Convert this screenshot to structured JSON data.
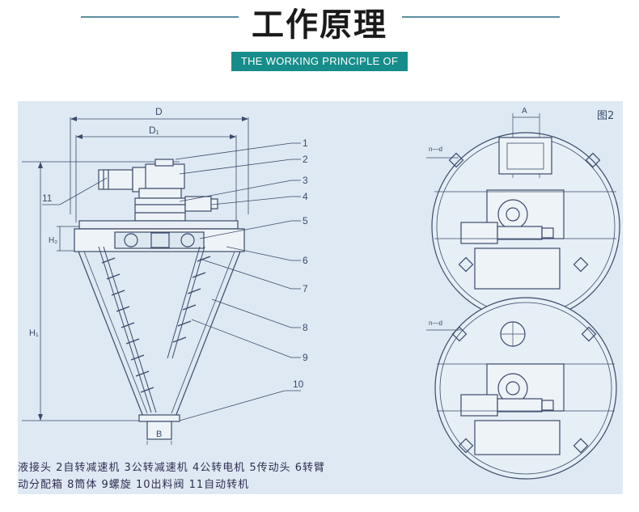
{
  "header": {
    "title": "工作原理",
    "subtitle": "THE WORKING PRINCIPLE OF"
  },
  "diagram": {
    "figure_label": "图2",
    "dim_D": "D",
    "dim_D1": "D₁",
    "dim_H1": "H₁",
    "dim_H2": "H₂",
    "dim_A": "A",
    "dim_B": "B",
    "section_mark_top": "n—d",
    "section_mark_bottom": "n—d",
    "callouts": [
      "1",
      "2",
      "3",
      "4",
      "5",
      "6",
      "7",
      "8",
      "9",
      "10",
      "11"
    ],
    "caption_line1": "液接头 2自转减速机 3公转减速机 4公转电机 5传动头 6转臂",
    "caption_line2": "动分配箱 8筒体 9螺旋 10出料阀 11自动转机"
  },
  "colors": {
    "title_line": "#5a8fa0",
    "subtitle_bg": "#168d8a",
    "panel_bg": "#dfe9f3",
    "ink": "#3a4a6a"
  }
}
